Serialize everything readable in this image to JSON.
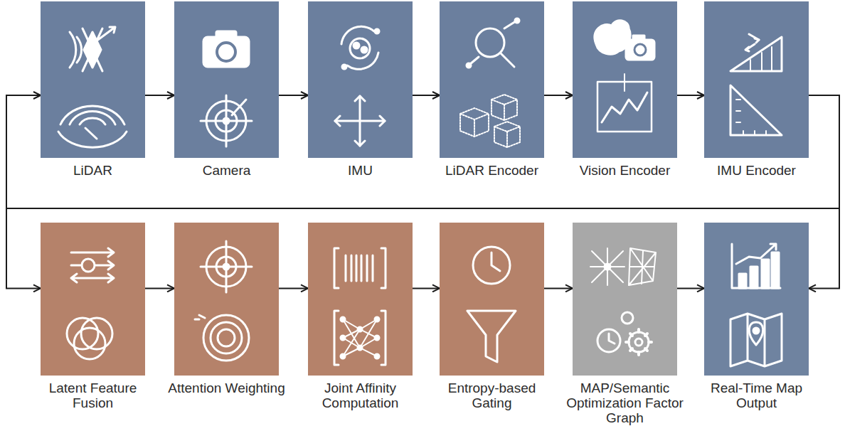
{
  "diagram": {
    "nodes": [
      {
        "text": [
          "LiDAR"
        ]
      },
      {
        "text": [
          "Camera"
        ]
      },
      {
        "text": [
          "IMU"
        ]
      },
      {
        "text": [
          "LiDAR Encoder"
        ]
      },
      {
        "text": [
          "Vision Encoder"
        ]
      },
      {
        "text": [
          "IMU Encoder"
        ]
      },
      {
        "text": [
          "Latent Feature Fusion"
        ]
      },
      {
        "text": [
          "Attention Weighting"
        ]
      },
      {
        "text": [
          "Joint Affinity Computation"
        ]
      },
      {
        "text": [
          "Entropy-based Gating"
        ]
      },
      {
        "text": [
          "MAP/Semantic Optimization Factor Graph"
        ]
      },
      {
        "text": [
          "Real-Time Map Output"
        ]
      }
    ],
    "edges": [
      {
        "from": 0,
        "to": 1,
        "arrow": "to"
      },
      {
        "from": 1,
        "to": 2,
        "arrow": "to"
      },
      {
        "from": 2,
        "to": 3,
        "arrow": "to"
      },
      {
        "from": 3,
        "to": 4,
        "arrow": "to"
      },
      {
        "from": 4,
        "to": 5,
        "arrow": "to"
      },
      {
        "from": 5,
        "to": 11,
        "arrow": "to"
      },
      {
        "from": 5,
        "to": 6,
        "arrow": "to"
      },
      {
        "from": 5,
        "to": 0,
        "arrow": "to"
      },
      {
        "from": 6,
        "to": 7,
        "arrow": "to"
      },
      {
        "from": 7,
        "to": 8,
        "arrow": "to"
      },
      {
        "from": 8,
        "to": 9,
        "arrow": "to"
      },
      {
        "from": 9,
        "to": 10,
        "arrow": "to"
      },
      {
        "from": 10,
        "to": 11,
        "arrow": "to"
      }
    ]
  }
}
